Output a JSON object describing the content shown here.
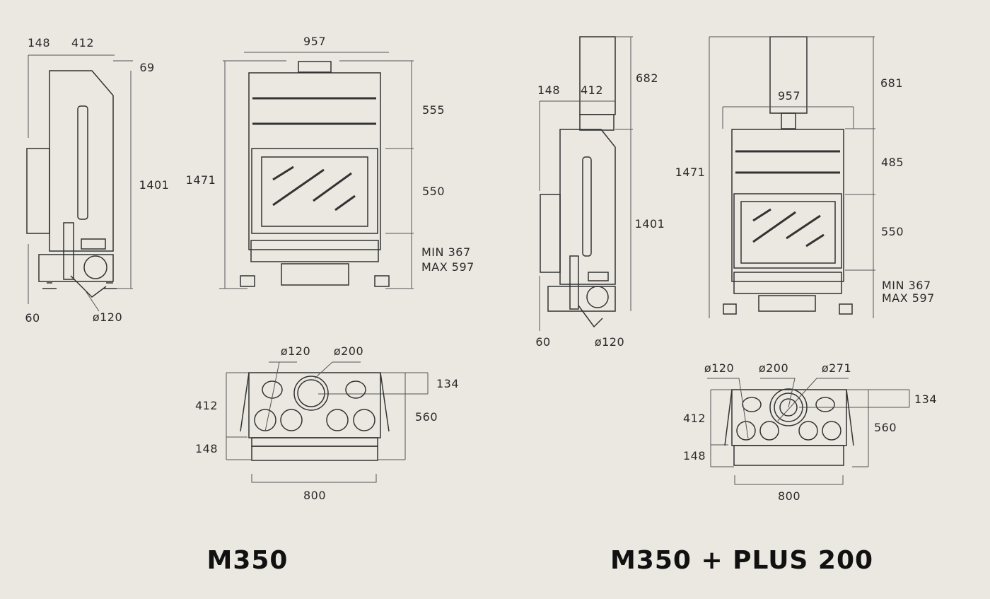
{
  "models": [
    {
      "title": "M350",
      "side_view": {
        "depth_front": "148",
        "depth": "412",
        "top_offset": "69",
        "height": "1401",
        "foot": "60",
        "duct": "ø120"
      },
      "front_view": {
        "width": "957",
        "total_height": "1471",
        "upper": "555",
        "door": "550",
        "min": "MIN 367",
        "max": "MAX 597"
      },
      "top_view": {
        "duct_small": "ø120",
        "duct_large": "ø200",
        "offset": "134",
        "depth": "412",
        "total_depth": "560",
        "front": "148",
        "width": "800"
      }
    },
    {
      "title": "M350 + PLUS 200",
      "side_view": {
        "plus_height": "682",
        "depth_front": "148",
        "depth": "412",
        "height": "1401",
        "foot": "60",
        "duct": "ø120"
      },
      "front_view": {
        "width": "957",
        "plus_height": "681",
        "total_height": "1471",
        "upper": "485",
        "door": "550",
        "min": "MIN 367",
        "max": "MAX 597"
      },
      "top_view": {
        "duct_small": "ø120",
        "duct_large": "ø200",
        "duct_plus": "ø271",
        "offset": "134",
        "depth": "412",
        "total_depth": "560",
        "front": "148",
        "width": "800"
      }
    }
  ]
}
